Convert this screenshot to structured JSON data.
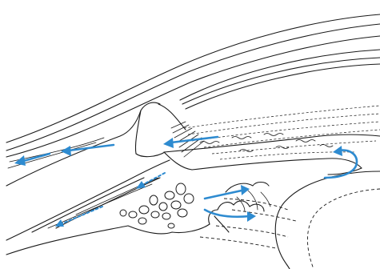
{
  "colors": {
    "line": "#1a1a1a",
    "flow_arrow": "#2e8bd0",
    "background": "#ffffff"
  },
  "arrows": [
    {
      "name": "conjunctival-outflow-arrow-left",
      "style": "solid"
    },
    {
      "name": "conjunctival-outflow-arrow-right",
      "style": "solid"
    },
    {
      "name": "trabecular-outflow-arrow",
      "style": "solid"
    },
    {
      "name": "ciliary-body-arrow-upper",
      "style": "dashed"
    },
    {
      "name": "ciliary-body-arrow-lower",
      "style": "dashed"
    },
    {
      "name": "ciliary-process-arrow",
      "style": "solid"
    },
    {
      "name": "zonular-arrow",
      "style": "solid"
    },
    {
      "name": "pupil-curved-arrow",
      "style": "solid"
    }
  ]
}
